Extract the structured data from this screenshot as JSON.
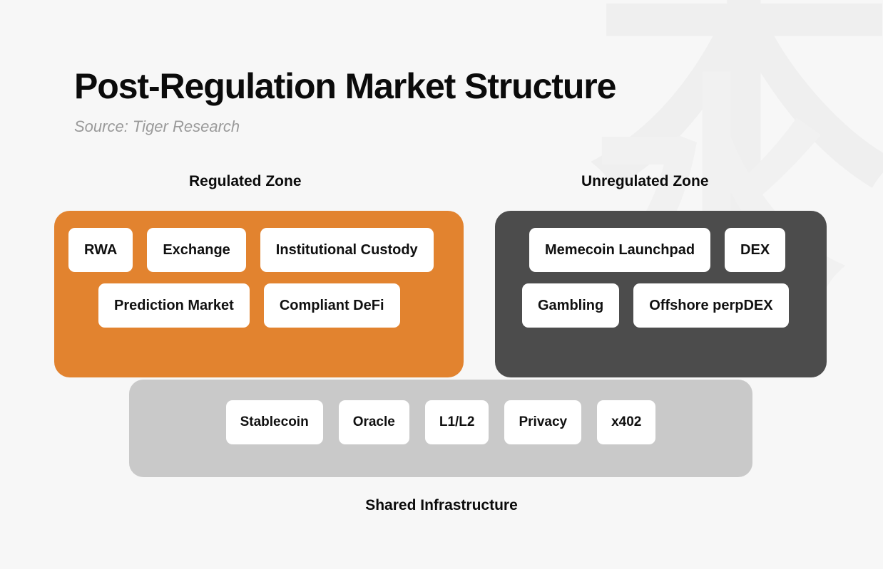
{
  "header": {
    "title": "Post-Regulation Market Structure",
    "source": "Source: Tiger Research"
  },
  "watermark": {
    "glyph_1": "木",
    "glyph_2": "水"
  },
  "colors": {
    "background": "#f7f7f7",
    "regulated_zone": "#e2832f",
    "unregulated_zone": "#4c4c4c",
    "shared_infrastructure": "#c9c9c9",
    "chip": "#ffffff",
    "title_text": "#0b0b0b",
    "source_text": "#9a9a9a",
    "watermark": "#efefef"
  },
  "zones": {
    "regulated": {
      "label": "Regulated Zone",
      "rows": [
        [
          "RWA",
          "Exchange",
          "Institutional Custody"
        ],
        [
          "Prediction Market",
          "Compliant DeFi"
        ]
      ]
    },
    "unregulated": {
      "label": "Unregulated Zone",
      "rows": [
        [
          "Memecoin Launchpad",
          "DEX"
        ],
        [
          "Gambling",
          "Offshore perpDEX"
        ]
      ]
    }
  },
  "shared_infrastructure": {
    "caption": "Shared Infrastructure",
    "items": [
      "Stablecoin",
      "Oracle",
      "L1/L2",
      "Privacy",
      "x402"
    ]
  }
}
